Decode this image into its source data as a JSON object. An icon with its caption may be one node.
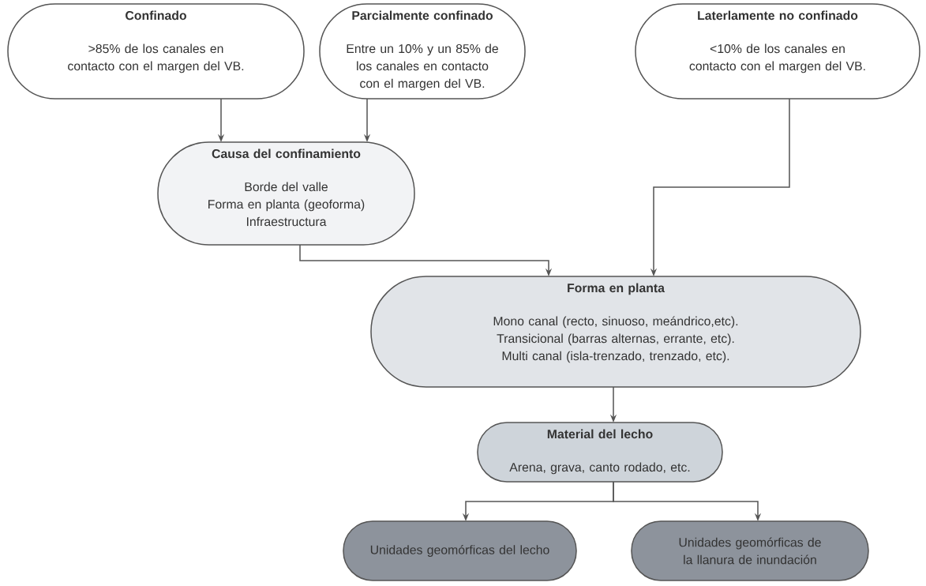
{
  "diagram": {
    "nodes": [
      {
        "text": [
          "Confinado",
          ">85% de los canales en contacto con el margen del VB."
        ]
      },
      {
        "text": [
          "Parcialmente confinado",
          "Entre un 10% y un 85% de los canales en contacto con el margen del VB."
        ]
      },
      {
        "text": [
          "Laterlamente no confinado",
          "<10% de los canales en contacto con el margen del VB."
        ]
      },
      {
        "text": [
          "Causa del confinamiento",
          "Borde del valle",
          "Forma en planta (geoforma)",
          "Infraestructura"
        ]
      },
      {
        "text": [
          "Forma en planta",
          "Mono canal (recto, sinuoso, meándrico,etc).",
          "Transicional (barras alternas, errante, etc).",
          "Multi canal (isla-trenzado, trenzado, etc)."
        ]
      },
      {
        "text": [
          "Material del lecho",
          "Arena, grava, canto rodado, etc."
        ]
      },
      {
        "text": [
          "Unidades geomórficas del lecho"
        ]
      },
      {
        "text": [
          "Unidades geomórficas de la llanura de inundación"
        ]
      }
    ],
    "edges": [
      {
        "from": 0,
        "to": 3,
        "arrow": "to"
      },
      {
        "from": 1,
        "to": 3,
        "arrow": "to"
      },
      {
        "from": 2,
        "to": 4,
        "arrow": "to"
      },
      {
        "from": 3,
        "to": 4,
        "arrow": "to"
      },
      {
        "from": 4,
        "to": 5,
        "arrow": "to"
      },
      {
        "from": 5,
        "to": 6,
        "arrow": "to"
      },
      {
        "from": 5,
        "to": 7,
        "arrow": "to"
      }
    ]
  }
}
